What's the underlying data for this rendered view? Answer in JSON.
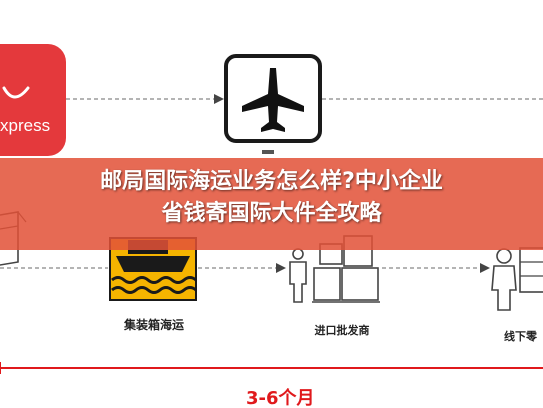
{
  "logo": {
    "text": "xpress",
    "color": "#e4393c"
  },
  "banner": {
    "line1": "邮局国际海运业务怎么样?中小企业",
    "line2": "省钱寄国际大件全攻略",
    "color": "#e25238"
  },
  "steps": {
    "ship": {
      "label": "集装箱海运",
      "icon": "cargo-ship-icon"
    },
    "importer": {
      "label": "进口批发商",
      "icon": "warehouse-worker-icon"
    },
    "retail": {
      "label": "线下零",
      "icon": "retailer-icon"
    },
    "air": {
      "icon": "airplane-icon"
    }
  },
  "timeline": {
    "label": "3-6个月",
    "color": "#e0191c"
  }
}
